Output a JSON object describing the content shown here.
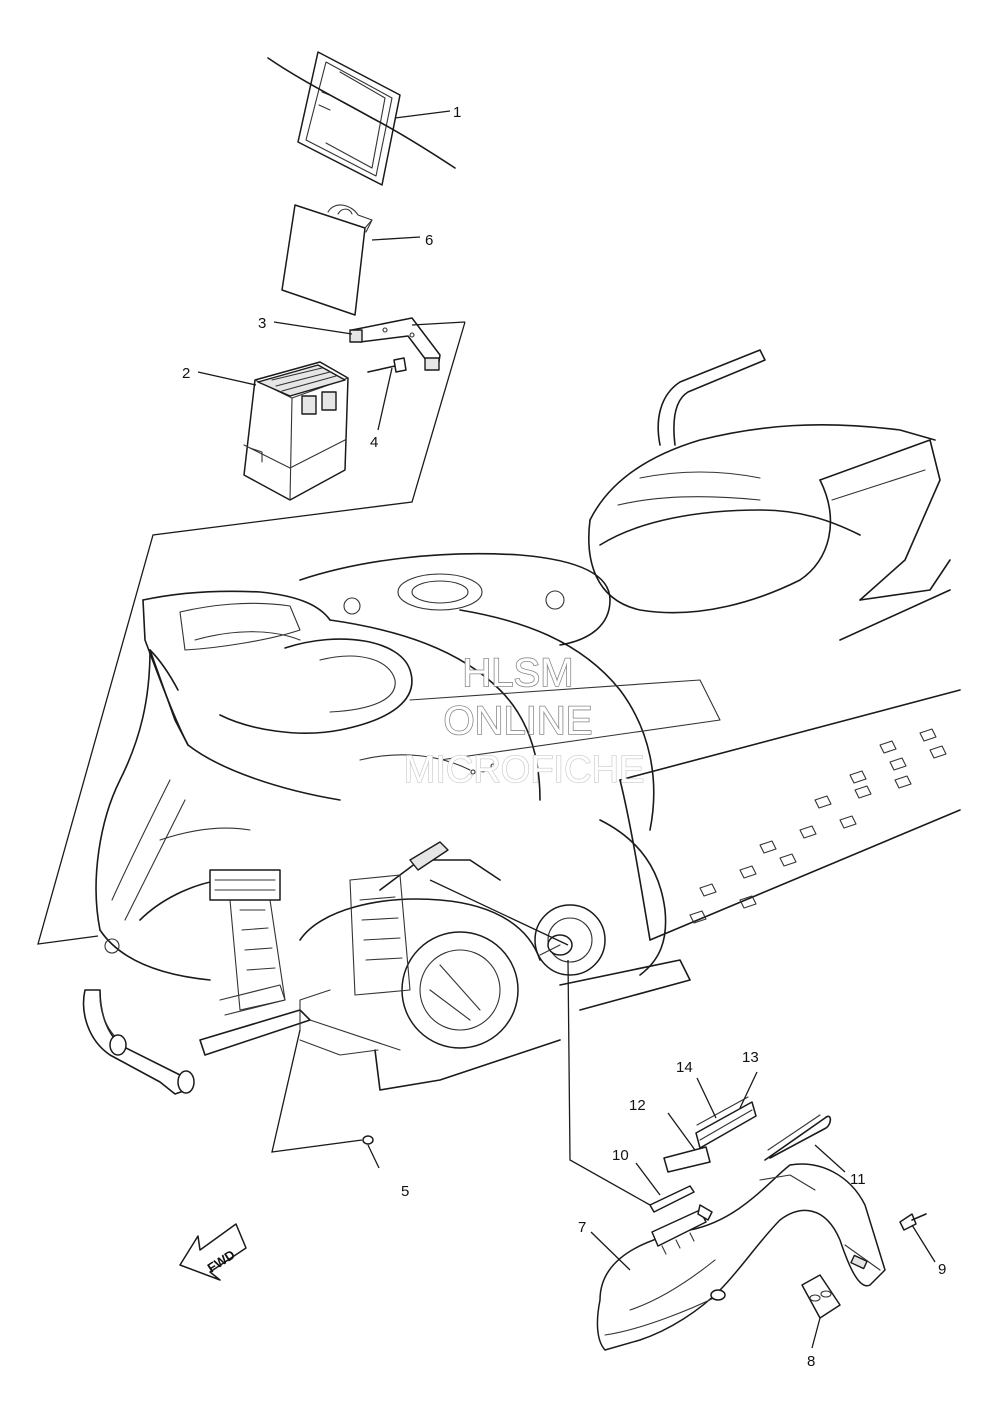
{
  "callouts": [
    {
      "id": "1",
      "text": "1"
    },
    {
      "id": "2",
      "text": "2"
    },
    {
      "id": "3",
      "text": "3"
    },
    {
      "id": "4",
      "text": "4"
    },
    {
      "id": "5",
      "text": "5"
    },
    {
      "id": "6",
      "text": "6"
    },
    {
      "id": "7",
      "text": "7"
    },
    {
      "id": "8",
      "text": "8"
    },
    {
      "id": "9",
      "text": "9"
    },
    {
      "id": "10",
      "text": "10"
    },
    {
      "id": "11",
      "text": "11"
    },
    {
      "id": "12",
      "text": "12"
    },
    {
      "id": "13",
      "text": "13"
    },
    {
      "id": "14",
      "text": "14"
    }
  ],
  "watermark": {
    "line1": "HLSM",
    "line2": "ONLINE",
    "line3": "MICROFICHE"
  },
  "direction_arrow": {
    "label": "FWD",
    "icon": "fwd-arrow-icon"
  }
}
